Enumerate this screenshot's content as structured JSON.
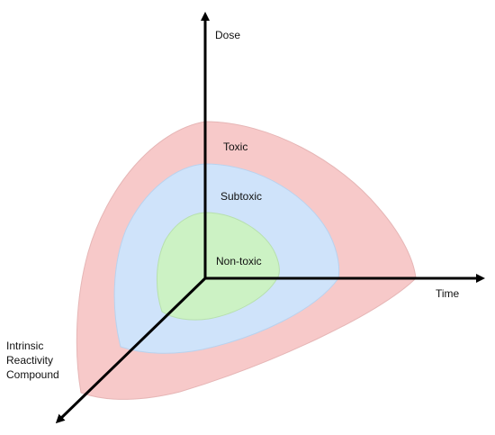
{
  "axes": {
    "dose_label": "Dose",
    "time_label": "Time",
    "intrinsic_label_lines": [
      "Intrinsic",
      "Reactivity",
      "Compound"
    ]
  },
  "regions": {
    "toxic_label": "Toxic",
    "subtoxic_label": "Subtoxic",
    "nontoxic_label": "Non-toxic"
  },
  "colors": {
    "toxic": "#f7c9c9",
    "subtoxic": "#cfe3fa",
    "nontoxic": "#ccf2c4",
    "axis": "#000000"
  }
}
